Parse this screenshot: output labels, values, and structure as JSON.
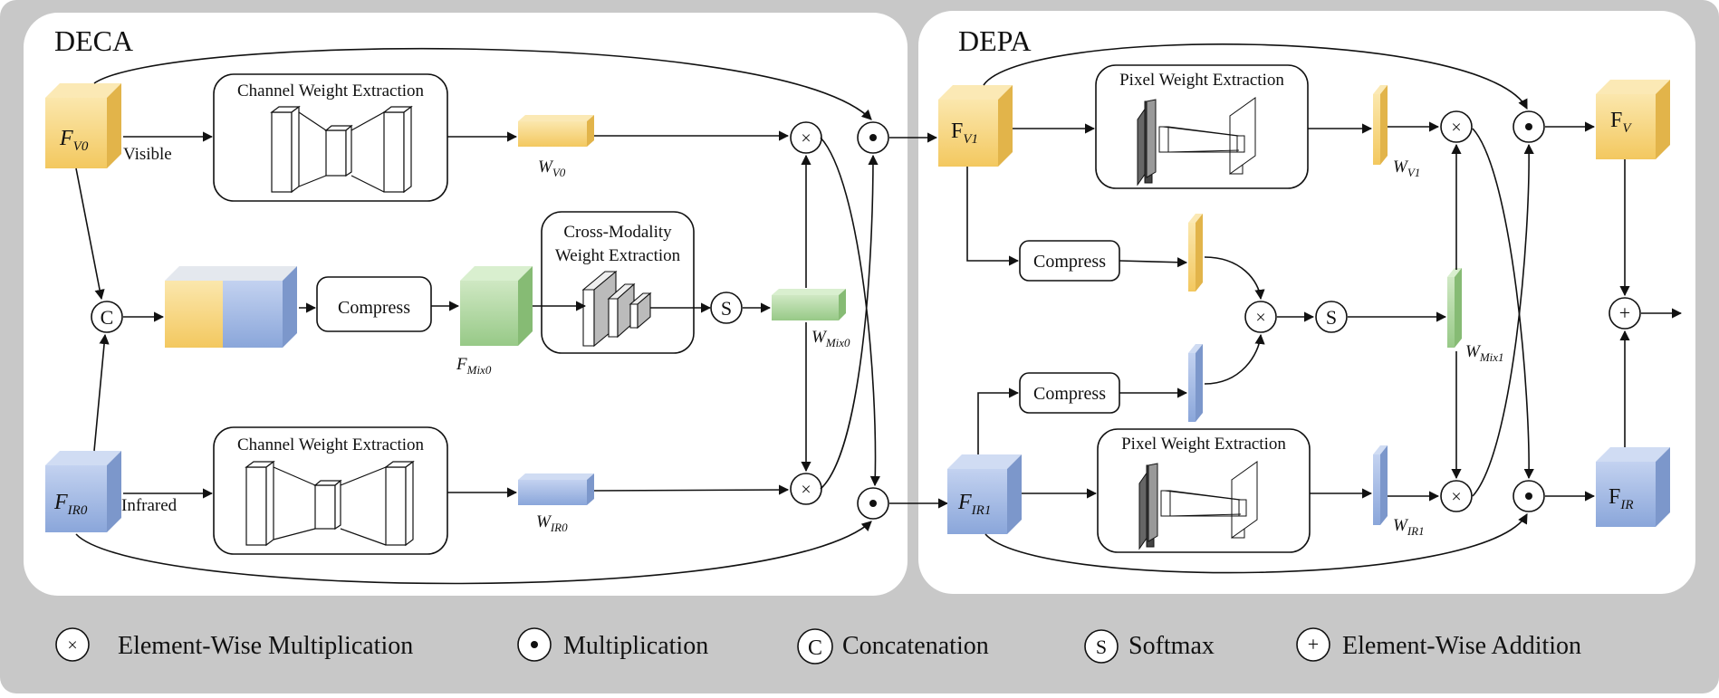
{
  "panels": {
    "deca_title": "DECA",
    "depa_title": "DEPA"
  },
  "deca": {
    "channel_extraction_top": "Channel Weight Extraction",
    "channel_extraction_bottom": "Channel Weight Extraction",
    "cross_modality_line1": "Cross-Modality",
    "cross_modality_line2": "Weight Extraction",
    "compress": "Compress",
    "visible": "Visible",
    "infrared": "Infrared",
    "fv0": {
      "main": "F",
      "sub": "V0"
    },
    "fir0": {
      "main": "F",
      "sub": "IR0"
    },
    "wv0": {
      "main": "W",
      "sub": "V0"
    },
    "wir0": {
      "main": "W",
      "sub": "IR0"
    },
    "wmix0": {
      "main": "W",
      "sub": "Mix0"
    },
    "fmix0": {
      "main": "F",
      "sub": "Mix0"
    }
  },
  "depa": {
    "pixel_extraction_top": "Pixel Weight Extraction",
    "pixel_extraction_bottom": "Pixel Weight Extraction",
    "compress_top": "Compress",
    "compress_bottom": "Compress",
    "fv1": {
      "main": "F",
      "sub": "V1"
    },
    "fir1": {
      "main": "F",
      "sub": "IR1"
    },
    "wv1": {
      "main": "W",
      "sub": "V1"
    },
    "wir1": {
      "main": "W",
      "sub": "IR1"
    },
    "wmix1": {
      "main": "W",
      "sub": "Mix1"
    },
    "fv": {
      "main": "F",
      "sub": "V"
    },
    "fir": {
      "main": "F",
      "sub": "IR"
    }
  },
  "symbols": {
    "times": "×",
    "plus": "+",
    "concat": "C",
    "softmax": "S"
  },
  "legend": {
    "elementwise_mult": "Element-Wise Multiplication",
    "mult": "Multiplication",
    "concat": "Concatenation",
    "softmax": "Softmax",
    "elementwise_add": "Element-Wise Addition"
  },
  "colors": {
    "yellow": "#f5d27a",
    "blue": "#9db4e0",
    "green": "#a8d49a",
    "frame": "#c9c9c9"
  }
}
